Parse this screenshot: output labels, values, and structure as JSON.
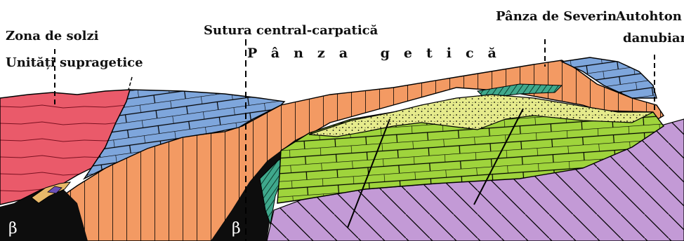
{
  "labels": {
    "zona_de_solzi": "Zona de solzi",
    "unitati_supragetice": "Unități supragetice",
    "sutura": "Sutura central-carpatică",
    "panza_getica": "Pânza getică",
    "panza_de_severin": "Pânza de Severin",
    "autohton": "Autohton",
    "danubian": "danubian",
    "beta_left": "β",
    "beta_mid": "β"
  },
  "colors": {
    "red_unit": "#ea5a6a",
    "blue_unit": "#7ea6dc",
    "orange_unit": "#f39a63",
    "green_unit": "#9fd43c",
    "yellow_unit": "#e6eb8c",
    "violet_unit": "#c39ad6",
    "teal_unit": "#3fa88c",
    "black_unit": "#0d0d0d"
  }
}
